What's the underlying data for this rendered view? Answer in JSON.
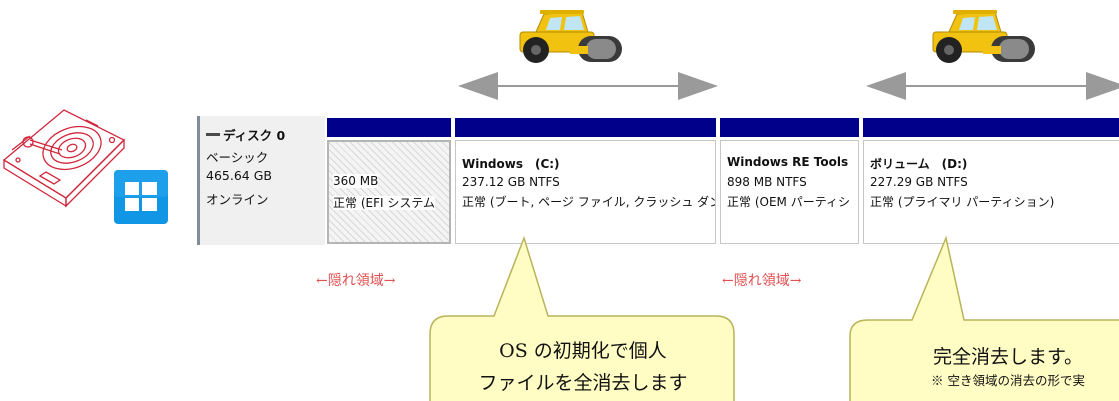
{
  "disk": {
    "name": "ディスク 0",
    "type": "ベーシック",
    "size": "465.64 GB",
    "status": "オンライン"
  },
  "partitions": [
    {
      "title": "",
      "size_fs": "360 MB",
      "status": "正常 (EFI システム"
    },
    {
      "title": "Windows　(C:)",
      "size_fs": "237.12 GB NTFS",
      "status": "正常 (ブート, ページ ファイル, クラッシュ ダン"
    },
    {
      "title": "Windows RE Tools",
      "size_fs": "898 MB NTFS",
      "status": "正常 (OEM パーティシ"
    },
    {
      "title": "ボリューム　(D:)",
      "size_fs": "227.29 GB NTFS",
      "status": "正常 (プライマリ パーティション)"
    }
  ],
  "hidden_labels": [
    "←隠れ領域→",
    "←隠れ領域→"
  ],
  "callouts": [
    {
      "line1": "OS の初期化で個人",
      "line2": "ファイルを全消去します"
    },
    {
      "line1": "完全消去します。",
      "line2": "※ 空き領域の消去の形で実"
    }
  ],
  "colors": {
    "partition_bar": "#00008b",
    "hidden_label": "#e05050",
    "callout_fill": "#fffdc4",
    "callout_border": "#b9b35a",
    "arrow": "#9a9a9a",
    "windows_logo": "#1196e6",
    "hdd_outline": "#d0283c",
    "roller_body": "#f2c211"
  },
  "icons": [
    "hard-drive-icon",
    "windows-logo-icon",
    "road-roller-icon",
    "double-arrow-icon",
    "disk-icon"
  ]
}
